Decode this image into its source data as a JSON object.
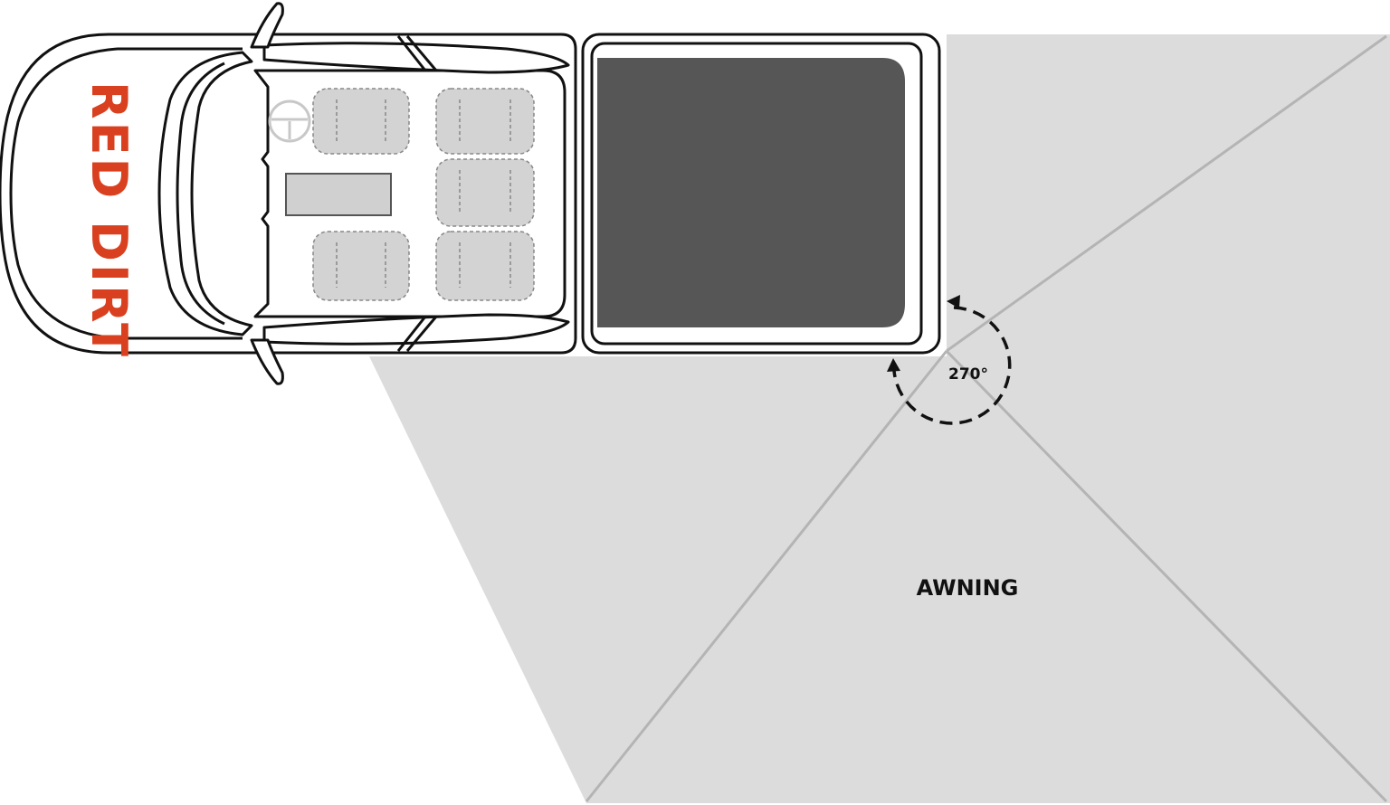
{
  "diagram": {
    "brand": {
      "text": "RED DIRT",
      "color": "#d9401f"
    },
    "angle_label": "270°",
    "awning_label": "AWNING",
    "colors": {
      "awning_fill": "#dcdcdc",
      "awning_lines": "#b4b4b4",
      "vehicle_outline": "#111111",
      "tray_fill": "#565656",
      "seat_fill": "#d3d3d3",
      "console_fill": "#d0d0d0"
    }
  }
}
